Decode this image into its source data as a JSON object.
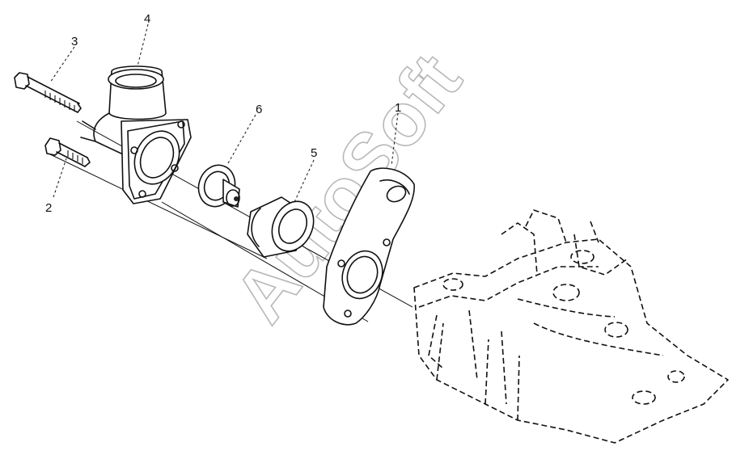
{
  "callouts": {
    "part1": "1",
    "part2": "2",
    "part3": "3",
    "part4": "4",
    "part5": "5",
    "part6": "6"
  },
  "watermark": "AutoSoft",
  "colors": {
    "line": "#111111",
    "watermark": "#b8b8b8",
    "background": "#ffffff"
  }
}
